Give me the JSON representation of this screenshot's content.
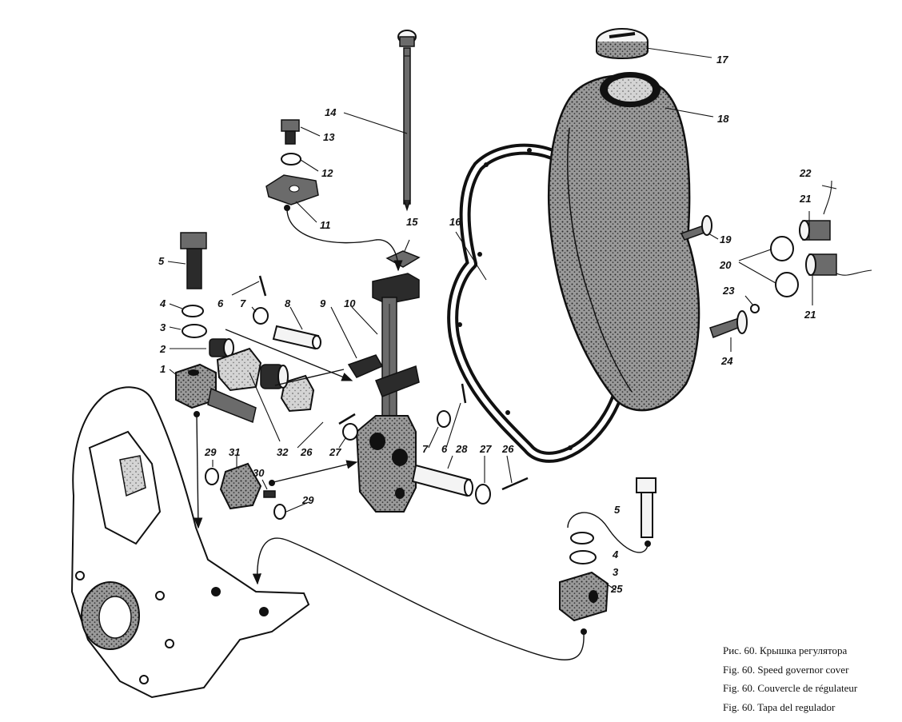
{
  "parts": [
    {
      "id": "1",
      "label": "1"
    },
    {
      "id": "2",
      "label": "2"
    },
    {
      "id": "3",
      "label": "3"
    },
    {
      "id": "4",
      "label": "4"
    },
    {
      "id": "5",
      "label": "5"
    },
    {
      "id": "6",
      "label": "6"
    },
    {
      "id": "7",
      "label": "7"
    },
    {
      "id": "8",
      "label": "8"
    },
    {
      "id": "9",
      "label": "9"
    },
    {
      "id": "10",
      "label": "10"
    },
    {
      "id": "11",
      "label": "11"
    },
    {
      "id": "12",
      "label": "12"
    },
    {
      "id": "13",
      "label": "13"
    },
    {
      "id": "14",
      "label": "14"
    },
    {
      "id": "15",
      "label": "15"
    },
    {
      "id": "16",
      "label": "16"
    },
    {
      "id": "17",
      "label": "17"
    },
    {
      "id": "18",
      "label": "18"
    },
    {
      "id": "19",
      "label": "19"
    },
    {
      "id": "20",
      "label": "20"
    },
    {
      "id": "21",
      "label": "21"
    },
    {
      "id": "22",
      "label": "22"
    },
    {
      "id": "23",
      "label": "23"
    },
    {
      "id": "24",
      "label": "24"
    },
    {
      "id": "25",
      "label": "25"
    },
    {
      "id": "26",
      "label": "26"
    },
    {
      "id": "27",
      "label": "27"
    },
    {
      "id": "28",
      "label": "28"
    },
    {
      "id": "29",
      "label": "29"
    },
    {
      "id": "30",
      "label": "30"
    },
    {
      "id": "31",
      "label": "31"
    },
    {
      "id": "32",
      "label": "32"
    }
  ],
  "caption": {
    "ru": "Рис. 60. Крышка регулятора",
    "en": "Fig. 60. Speed governor cover",
    "fr": "Fig. 60. Couvercle de régulateur",
    "es": "Fig. 60. Tapa del regulador"
  }
}
